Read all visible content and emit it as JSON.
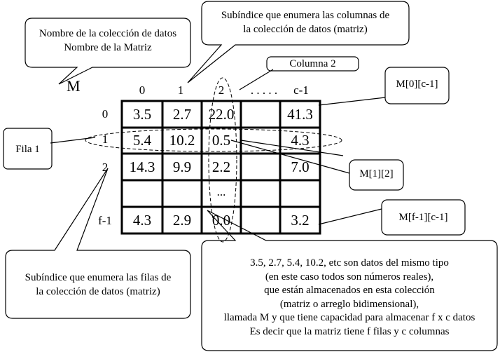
{
  "matrix_name": "M",
  "callouts": {
    "name": [
      "Nombre de la colección de datos",
      "Nombre de la Matriz"
    ],
    "column_subscript": [
      "Subíndice que enumera  las columnas de",
      "la colección de datos (matriz)"
    ],
    "column2": "Columna 2",
    "m0c": "M[0][c-1]",
    "fila1": "Fila 1",
    "m12": "M[1][2]",
    "mf1c": "M[f-1][c-1]",
    "row_subscript": [
      "Subíndice que enumera las filas de",
      "la colección de datos (matriz)"
    ],
    "explanation": [
      "3.5, 2.7, 5.4, 10.2, etc son datos del mismo tipo",
      "(en este caso todos son números reales),",
      "que están almacenados en esta colección",
      "(matriz o arreglo bidimensional),",
      "llamada  M y que tiene capacidad para almacenar f x c datos",
      "Es decir que la matriz tiene f filas y c columnas"
    ]
  },
  "col_indices": [
    "0",
    "1",
    "2",
    ". . . . .",
    "c-1"
  ],
  "row_indices": [
    "0",
    "1",
    "2",
    "f-1"
  ],
  "rows": [
    [
      "3.5",
      "2.7",
      "22.0",
      "",
      "41.3"
    ],
    [
      "5.4",
      "10.2",
      "0.5",
      "",
      "4.3"
    ],
    [
      "14.3",
      "9.9",
      "2.2",
      "",
      "7.0"
    ],
    [
      "",
      "",
      "...",
      "",
      ""
    ],
    [
      "4.3",
      "2.9",
      "0.0",
      "",
      "3.2"
    ]
  ]
}
